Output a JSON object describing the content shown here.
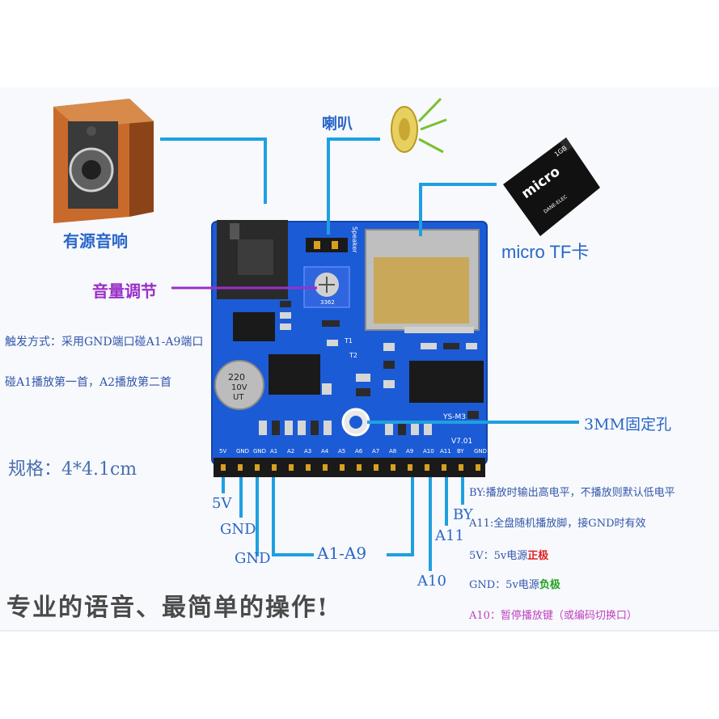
{
  "labels": {
    "active_speaker": "有源音响",
    "speaker": "喇叭",
    "micro_tf": "micro TF卡",
    "volume": "音量调节",
    "mount_hole": "3MM固定孔",
    "spec": "规格：4*4.1cm",
    "trigger_line1": "触发方式：采用GND端口碰A1-A9端口",
    "trigger_line2": "碰A1播放第一首，A2播放第二首",
    "slogan": "专业的语音、最简单的操作!"
  },
  "board": {
    "model": "YS-M3",
    "version": "V7.01",
    "speaker_silk": "Speaker",
    "pot_code": "3362",
    "cap_text": [
      "220",
      "10V",
      "UT"
    ],
    "t1": "T1",
    "t2": "T2",
    "pins": [
      "5V",
      "GND",
      "GND",
      "A1",
      "A2",
      "A3",
      "A4",
      "A5",
      "A6",
      "A7",
      "A8",
      "A9",
      "A10",
      "A11",
      "BY",
      "GND"
    ]
  },
  "sd_card": {
    "capacity": "1GB",
    "brand": "micro",
    "maker": "DANE-ELEC"
  },
  "pin_callouts": {
    "p5v": "5V",
    "gnd1": "GND",
    "gnd2": "GND",
    "a1a9": "A1-A9",
    "a10": "A10",
    "a11": "A11",
    "by": "BY"
  },
  "notes": [
    {
      "text": "BY:播放时输出高电平，不播放则默认低电平",
      "color": "#3355aa"
    },
    {
      "text": "A11:全盘随机播放脚，接GND时有效",
      "color": "#3355aa"
    },
    {
      "prefix": "5V：5v电源",
      "emph": "正极",
      "emph_color": "#e02020"
    },
    {
      "prefix": "GND：5v电源",
      "emph": "负极",
      "emph_color": "#20a020"
    },
    {
      "text": "A10：暂停播放键（或编码切换口）",
      "color": "#c040c0"
    }
  ],
  "colors": {
    "board": "#1c5bd6",
    "wire": "#1ea0e0",
    "accent": "#9b2fc8",
    "label": "#2a66c8"
  }
}
